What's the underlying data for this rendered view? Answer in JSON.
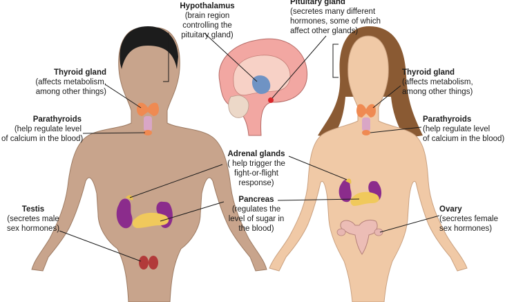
{
  "labels": {
    "hypothalamus": {
      "title": "Hypothalamus",
      "lines": [
        "(brain region",
        "controlling the",
        "pituitary gland)"
      ]
    },
    "pituitary": {
      "title": "Pituitary gland",
      "lines": [
        "(secretes many different",
        "hormones, some of which",
        "affect other glands)"
      ]
    },
    "thyroid_male": {
      "title": "Thyroid gland",
      "lines": [
        "(affects metabolism,",
        "among other things)"
      ]
    },
    "thyroid_female": {
      "title": "Thyroid gland",
      "lines": [
        "(affects metabolism,",
        "among other things)"
      ]
    },
    "parathyroids_male": {
      "title": "Parathyroids",
      "lines": [
        "(help regulate level",
        "of calcium in the blood)"
      ]
    },
    "parathyroids_female": {
      "title": "Parathyroids",
      "lines": [
        "(help regulate level",
        "of calcium in the blood)"
      ]
    },
    "adrenal": {
      "title": "Adrenal glands",
      "lines": [
        "( help trigger the",
        "fight-or-flight",
        "response)"
      ]
    },
    "pancreas": {
      "title": "Pancreas",
      "lines": [
        "(regulates the",
        "level of sugar in",
        "the blood)"
      ]
    },
    "testis": {
      "title": "Testis",
      "lines": [
        "(secretes male",
        "sex hormones)"
      ]
    },
    "ovary": {
      "title": "Ovary",
      "lines": [
        "(secretes female",
        "sex hormones)"
      ]
    }
  },
  "colors": {
    "male_skin": "#c8a48c",
    "female_skin": "#f0c9a6",
    "male_hair": "#1c1c1c",
    "female_hair": "#8a5a33",
    "brain": "#f2a7a2",
    "hypothalamus": "#6f93c4",
    "pituitary": "#d9262b",
    "thyroid": "#ef8a52",
    "kidney": "#8b2c8c",
    "adrenal": "#e9c24d",
    "pancreas": "#f0c95c",
    "testis": "#b23a3a",
    "ovary": "#e8b7b2",
    "line": "#1a1a1a"
  },
  "icons": [
    "male-figure",
    "female-figure",
    "brain-illustration"
  ]
}
